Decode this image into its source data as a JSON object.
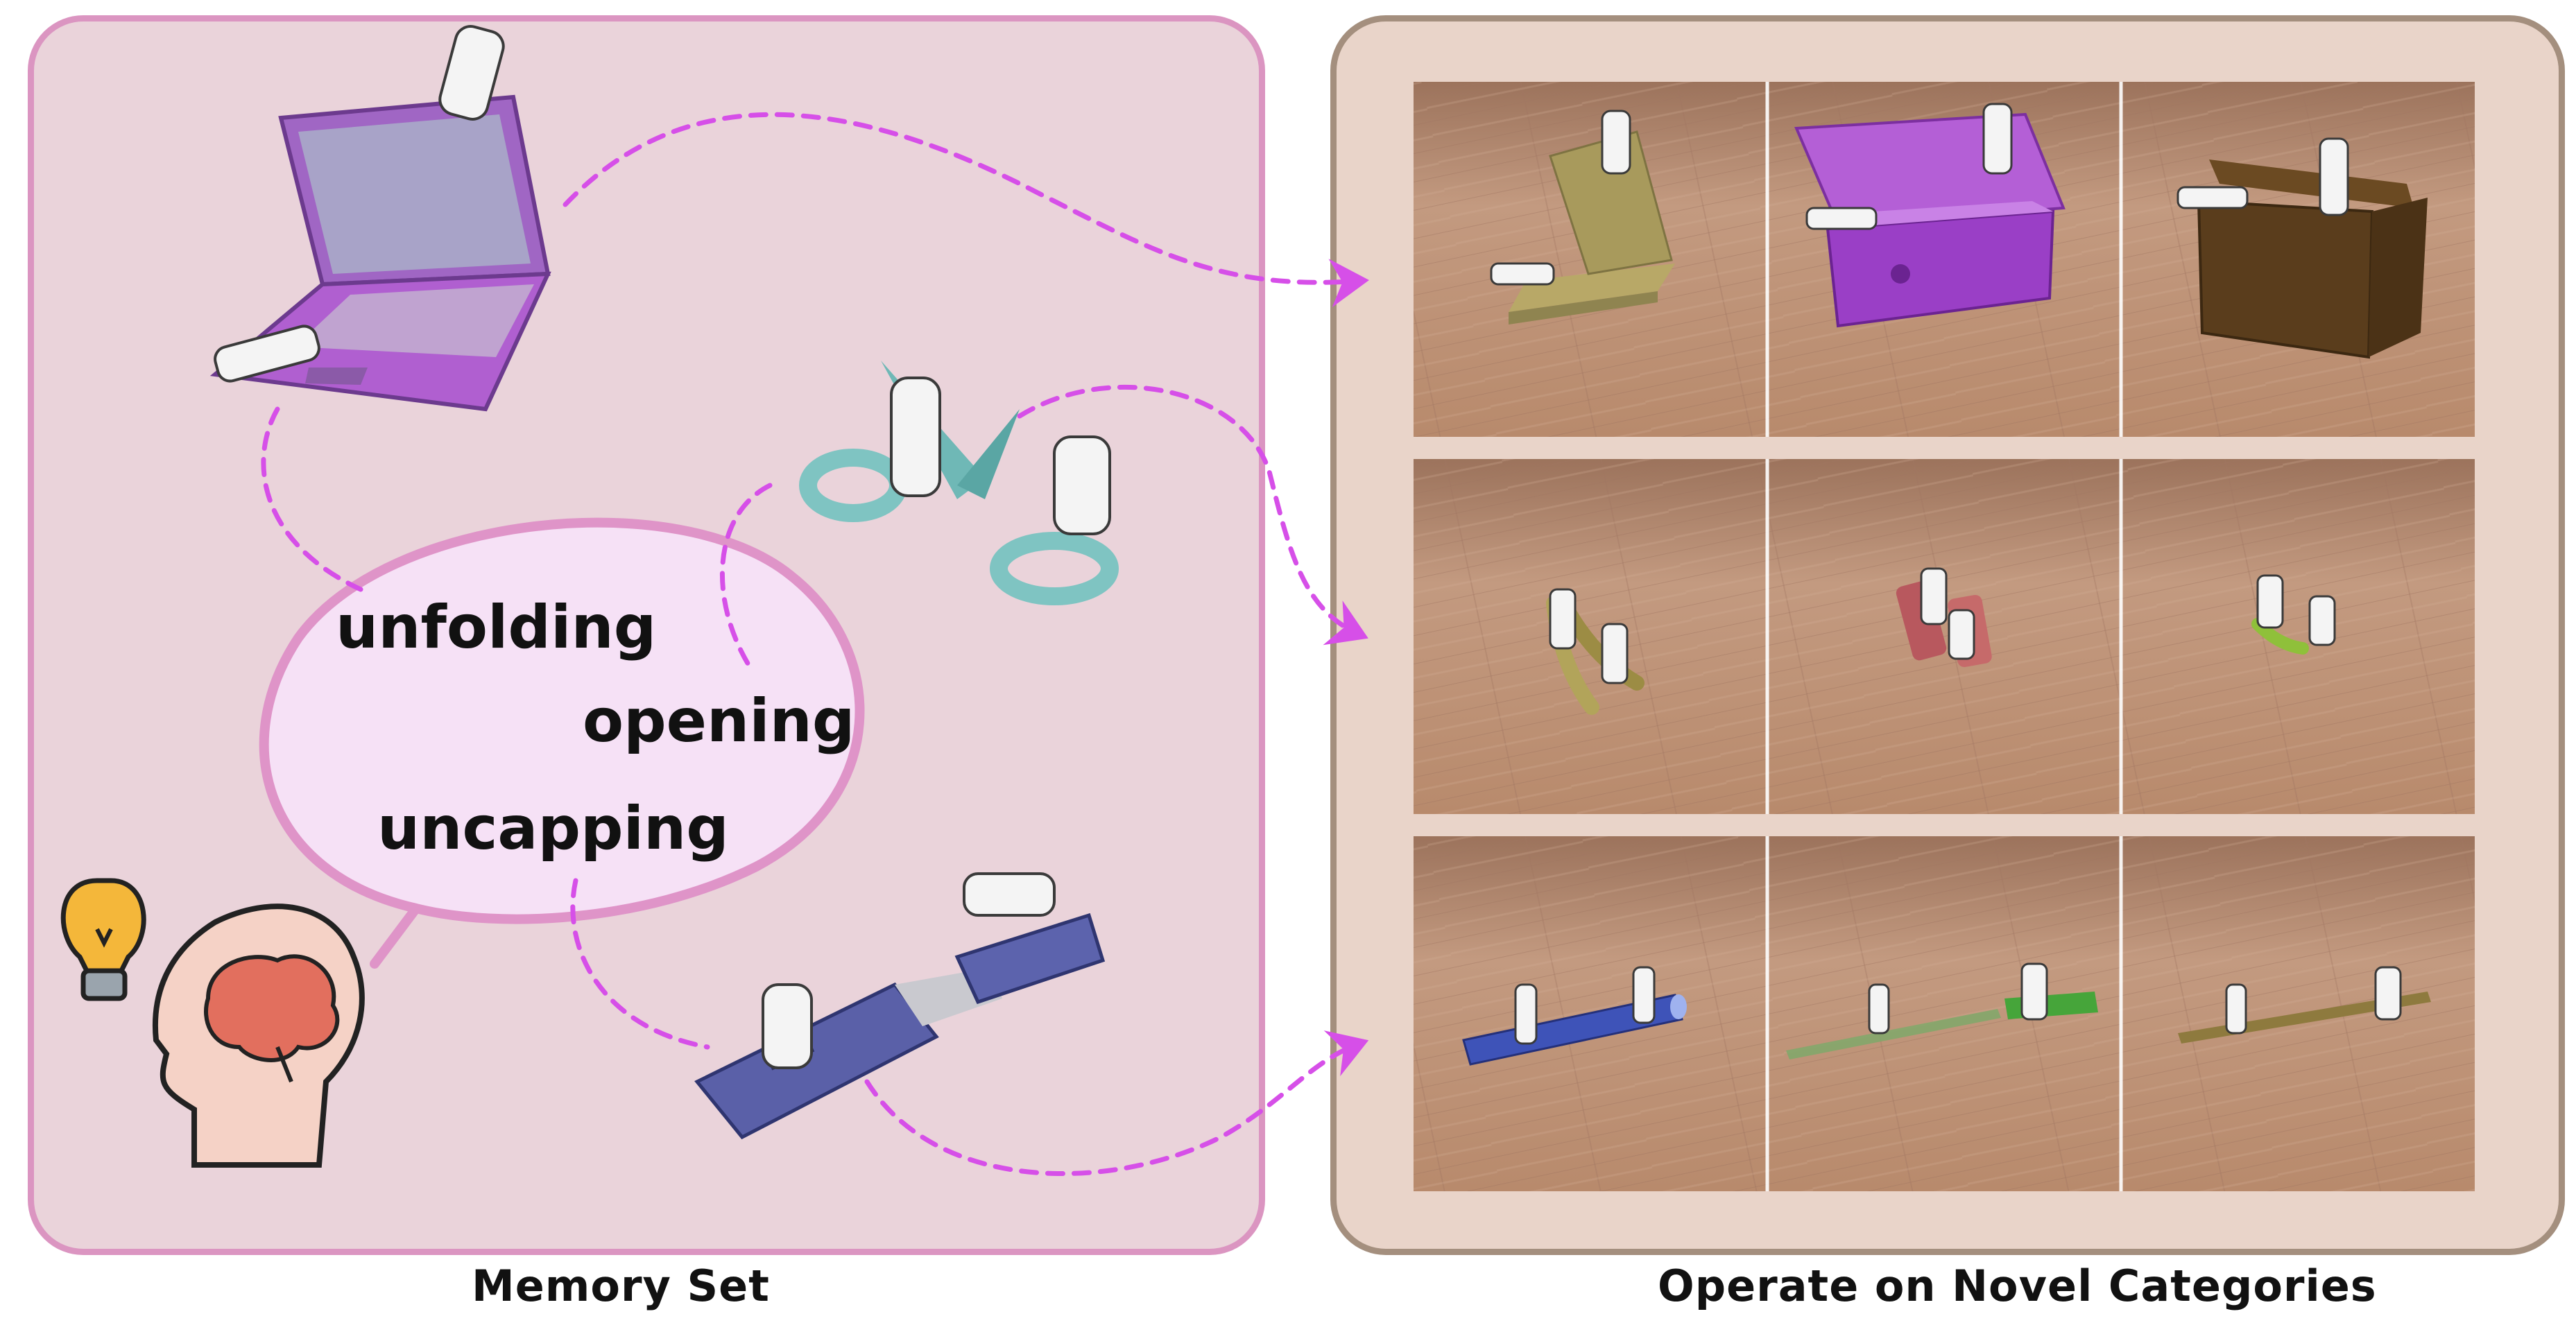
{
  "memory_panel": {
    "caption": "Memory Set",
    "speech_words": [
      "unfolding",
      "opening",
      "uncapping"
    ],
    "objects": [
      "laptop",
      "scissors",
      "usb-stick"
    ],
    "icons": [
      "lightbulb-icon",
      "brain-head-icon"
    ]
  },
  "novel_panel": {
    "caption": "Operate on Novel Categories",
    "rows": [
      {
        "action": "unfolding",
        "objects": [
          "pizza-box",
          "purple-jewelry-box",
          "wooden-box"
        ]
      },
      {
        "action": "opening",
        "objects": [
          "pliers",
          "red-clamp",
          "green-clip"
        ]
      },
      {
        "action": "uncapping",
        "objects": [
          "blue-pen",
          "green-marker",
          "brown-pen"
        ]
      }
    ]
  },
  "colors": {
    "memory_bg": "#ead3da",
    "memory_border": "#db95c1",
    "novel_bg": "#e9d4c9",
    "novel_border": "#a48f7e",
    "arrow": "#d64fe8",
    "bubble_fill": "#f6e1f6",
    "bubble_stroke": "#df94c8",
    "floor": "#c09478"
  }
}
